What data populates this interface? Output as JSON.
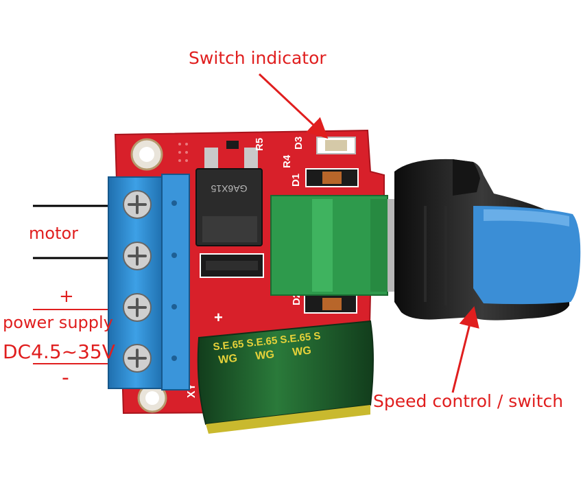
{
  "labels": {
    "switch_indicator": "Switch indicator",
    "motor": "motor",
    "plus": "+",
    "power_supply": "power supply",
    "voltage": "DC4.5~35V",
    "minus": "-",
    "speed_control": "Speed control / switch"
  },
  "board_text": {
    "mosfet": "GA6X15",
    "r5": "R5",
    "r4": "R4",
    "d1": "D1",
    "d2": "D2",
    "d3": "D3",
    "board_plus": "+",
    "cap_line1": "S.E.65 S.E.65 S.E.65 S",
    "cap_line2": "WG      WG      WG",
    "xy": "XY"
  },
  "colors": {
    "label": "#e01e1e",
    "pcb": "#d8202a",
    "terminal": "#2f87c9",
    "capacitor": "#1f5a2c",
    "knob": "#1d1d1d",
    "knob_accent": "#3b8ed6"
  }
}
